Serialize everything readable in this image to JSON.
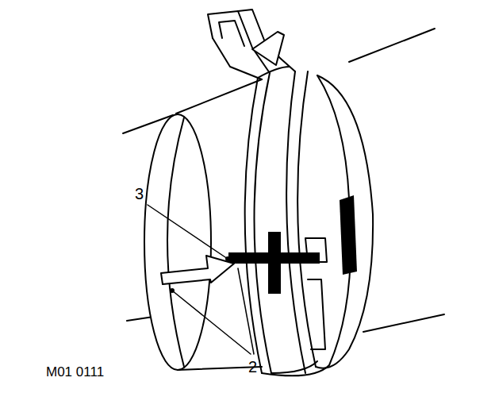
{
  "diagram": {
    "labels": [
      "3",
      "2",
      "M01 0111"
    ]
  }
}
